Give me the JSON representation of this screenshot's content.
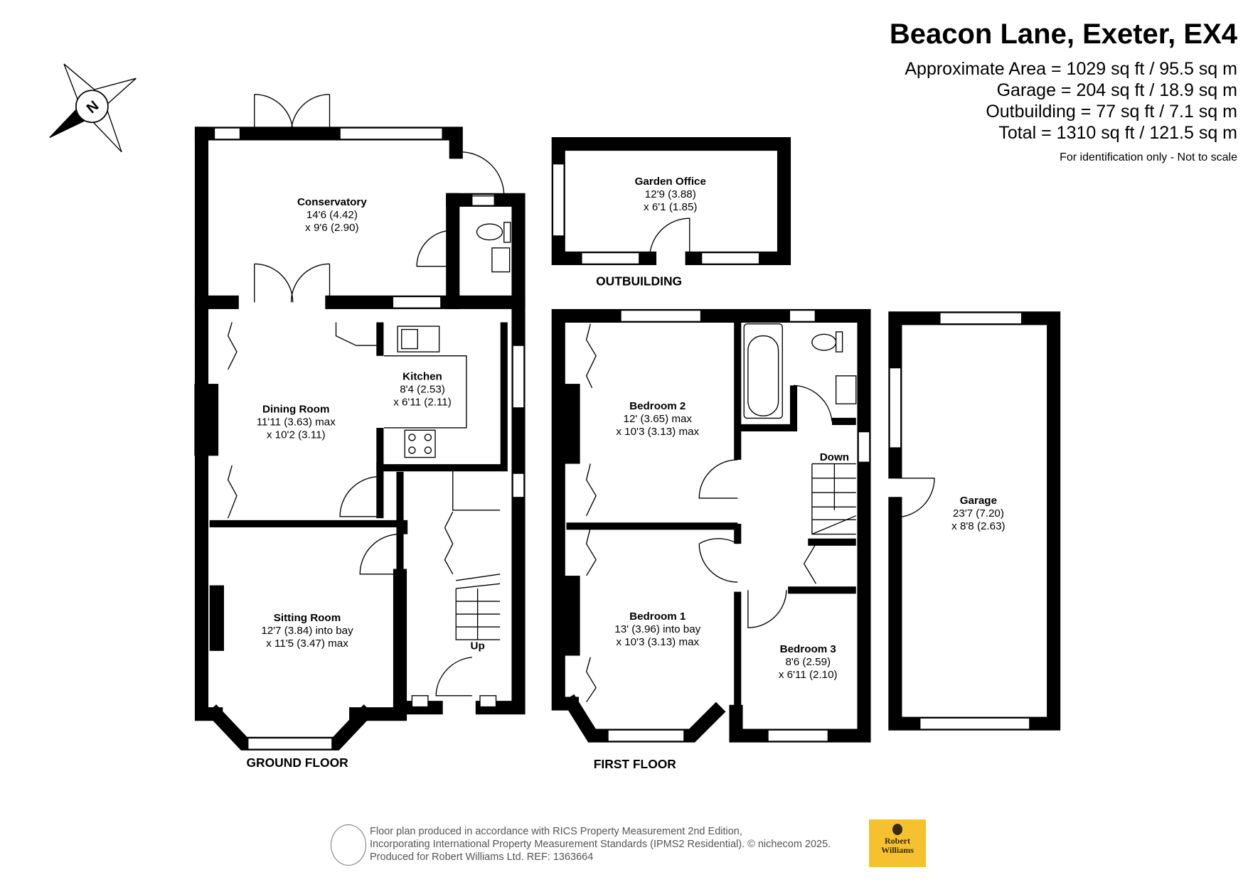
{
  "header": {
    "title": "Beacon Lane, Exeter, EX4",
    "areas": [
      "Approximate Area = 1029 sq ft / 95.5 sq m",
      "Garage = 204 sq ft / 18.9 sq m",
      "Outbuilding = 77 sq ft / 7.1 sq m",
      "Total = 1310 sq ft / 121.5 sq m"
    ],
    "note": "For identification only - Not to scale"
  },
  "compass": {
    "label": "N"
  },
  "floors": {
    "ground": "GROUND FLOOR",
    "first": "FIRST FLOOR",
    "outbuilding": "OUTBUILDING"
  },
  "rooms": {
    "conservatory": {
      "name": "Conservatory",
      "dim1": "14'6 (4.42)",
      "dim2": "x 9'6 (2.90)"
    },
    "dining": {
      "name": "Dining Room",
      "dim1": "11'11 (3.63) max",
      "dim2": "x 10'2 (3.11)"
    },
    "kitchen": {
      "name": "Kitchen",
      "dim1": "8'4 (2.53)",
      "dim2": "x 6'11 (2.11)"
    },
    "sitting": {
      "name": "Sitting Room",
      "dim1": "12'7 (3.84) into bay",
      "dim2": "x 11'5 (3.47) max"
    },
    "garden_office": {
      "name": "Garden Office",
      "dim1": "12'9 (3.88)",
      "dim2": "x 6'1 (1.85)"
    },
    "bedroom2": {
      "name": "Bedroom 2",
      "dim1": "12' (3.65) max",
      "dim2": "x 10'3 (3.13) max"
    },
    "bedroom1": {
      "name": "Bedroom 1",
      "dim1": "13' (3.96) into bay",
      "dim2": "x 10'3 (3.13) max"
    },
    "bedroom3": {
      "name": "Bedroom 3",
      "dim1": "8'6 (2.59)",
      "dim2": "x 6'11 (2.10)"
    },
    "garage": {
      "name": "Garage",
      "dim1": "23'7 (7.20)",
      "dim2": "x 8'8 (2.63)"
    }
  },
  "stairs": {
    "up": "Up",
    "down": "Down"
  },
  "footer": {
    "line1": "Floor plan produced in accordance with RICS Property Measurement 2nd Edition,",
    "line2": "Incorporating International Property Measurement Standards (IPMS2 Residential).   © nichecom 2025.",
    "line3": "Produced for Robert Williams Ltd.   REF:  1363664"
  },
  "logo": {
    "text": "Robert Williams"
  }
}
